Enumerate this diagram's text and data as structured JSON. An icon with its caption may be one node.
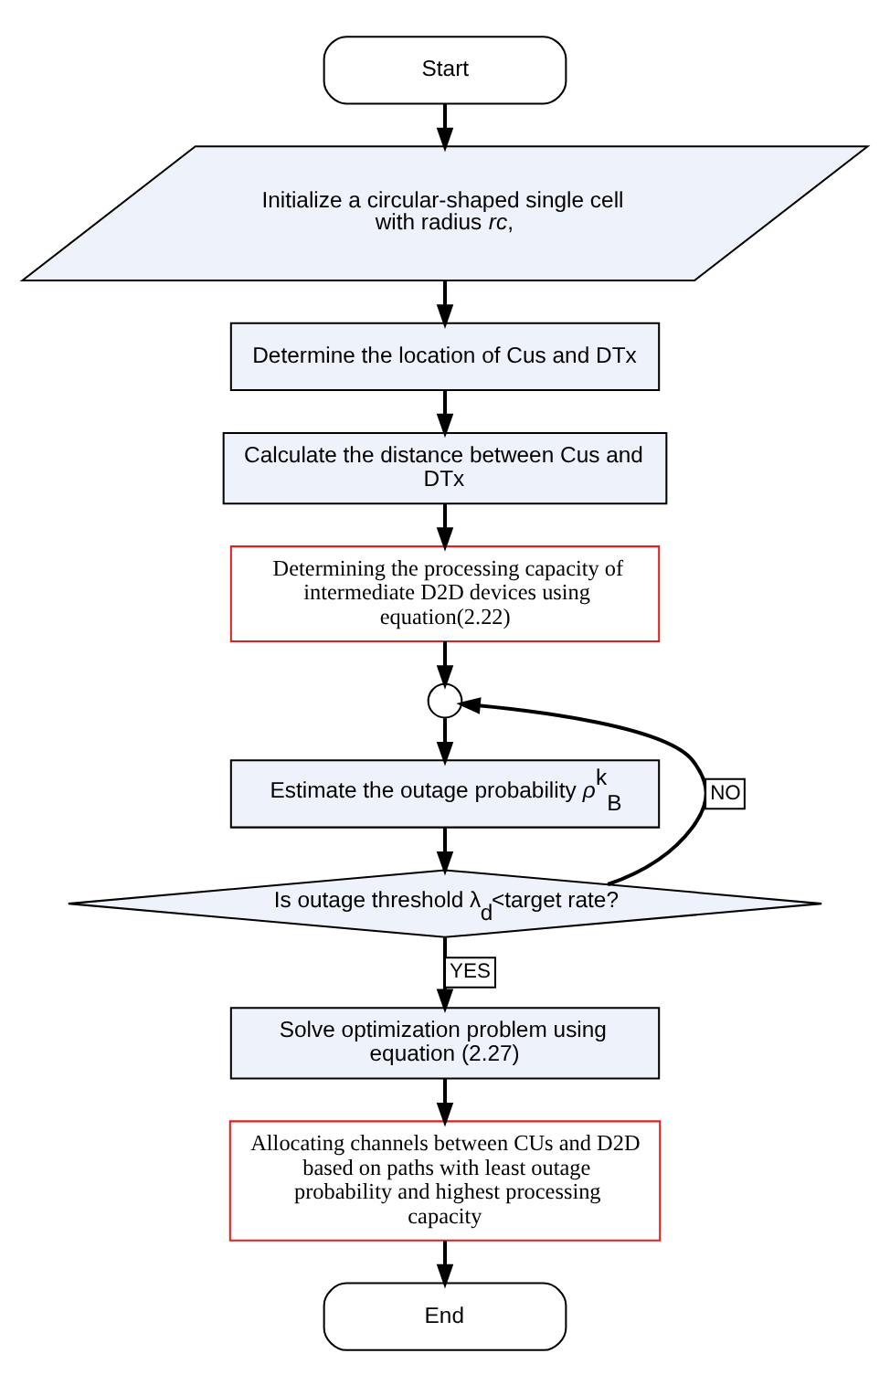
{
  "diagram": {
    "nodes": [
      {
        "text": [
          "Start"
        ]
      },
      {
        "text": [
          "Initialize a circular-shaped single cell with radius *rc*,"
        ]
      },
      {
        "text": [
          "Determine the location of Cus and DTx"
        ]
      },
      {
        "text": [
          "Calculate the distance between Cus and DTx"
        ]
      },
      {
        "text": [
          "Determining the processing capacity of intermediate D2D devices using equation(2.22)"
        ]
      },
      {
        "text": [],
        "shape": "circle"
      },
      {
        "text": [
          "Estimate the outage probability *ρ*$^{k}$$_{B}$"
        ]
      },
      {
        "text": [
          "Is outage threshold λ$_{d}$<target rate?"
        ]
      },
      {
        "text": [
          "Solve optimization problem using equation (2.27)"
        ]
      },
      {
        "text": [
          "Allocating channels between CUs and D2D based on paths with least outage probability and highest processing capacity"
        ]
      },
      {
        "text": [
          "End"
        ]
      }
    ],
    "edges": [
      {
        "from": 0,
        "to": 1,
        "arrow": "to"
      },
      {
        "from": 1,
        "to": 2,
        "arrow": "to"
      },
      {
        "from": 2,
        "to": 3,
        "arrow": "to"
      },
      {
        "from": 3,
        "to": 4,
        "arrow": "to"
      },
      {
        "from": 4,
        "to": 5,
        "arrow": "to"
      },
      {
        "from": 5,
        "to": 6,
        "arrow": "to"
      },
      {
        "from": 6,
        "to": 7,
        "arrow": "to"
      },
      {
        "from": 7,
        "to": 5,
        "arrow": "to",
        "label": "NO"
      },
      {
        "from": 7,
        "to": 8,
        "arrow": "to",
        "label": "YES"
      },
      {
        "from": 8,
        "to": 9,
        "arrow": "to"
      },
      {
        "from": 9,
        "to": 10,
        "arrow": "to"
      }
    ]
  }
}
